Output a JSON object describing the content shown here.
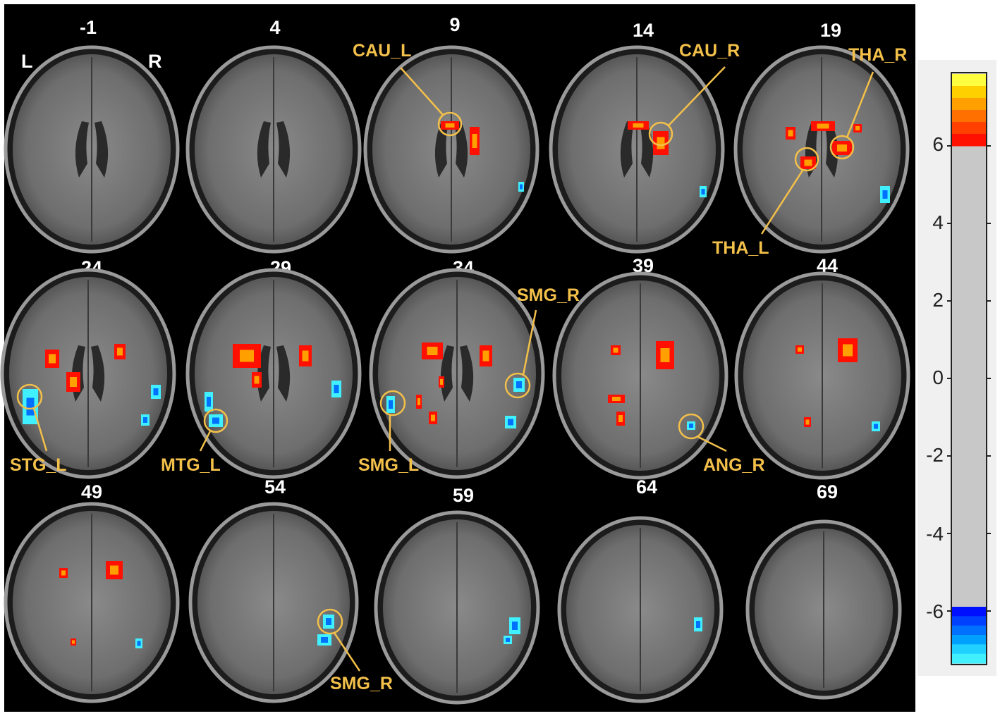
{
  "orientation": {
    "left": "L",
    "right": "R"
  },
  "slices": [
    {
      "z": "-1"
    },
    {
      "z": "4"
    },
    {
      "z": "9"
    },
    {
      "z": "14"
    },
    {
      "z": "19"
    },
    {
      "z": "24"
    },
    {
      "z": "29"
    },
    {
      "z": "34"
    },
    {
      "z": "39"
    },
    {
      "z": "44"
    },
    {
      "z": "49"
    },
    {
      "z": "54"
    },
    {
      "z": "59"
    },
    {
      "z": "64"
    },
    {
      "z": "69"
    }
  ],
  "regions": {
    "cau_l": "CAU_L",
    "cau_r": "CAU_R",
    "tha_r": "THA_R",
    "tha_l": "THA_L",
    "smg_r_top": "SMG_R",
    "stg_l": "STG_L",
    "mtg_l": "MTG_L",
    "smg_l": "SMG_L",
    "ang_r": "ANG_R",
    "smg_r_bottom": "SMG_R"
  },
  "colorbar": {
    "ticks": [
      "6",
      "4",
      "2",
      "0",
      "-2",
      "-4",
      "-6"
    ],
    "positive_threshold": 6,
    "negative_threshold": -6,
    "hot_colors": [
      "#ffff40",
      "#ffd000",
      "#ffa000",
      "#ff7000",
      "#ff4000",
      "#ff1000"
    ],
    "cold_colors": [
      "#0010ff",
      "#0040ff",
      "#0070ff",
      "#00a0ff",
      "#20d0ff",
      "#40f0ff"
    ],
    "neutral_color": "#c8c8c8"
  },
  "annotation_color": "#f3c04a"
}
